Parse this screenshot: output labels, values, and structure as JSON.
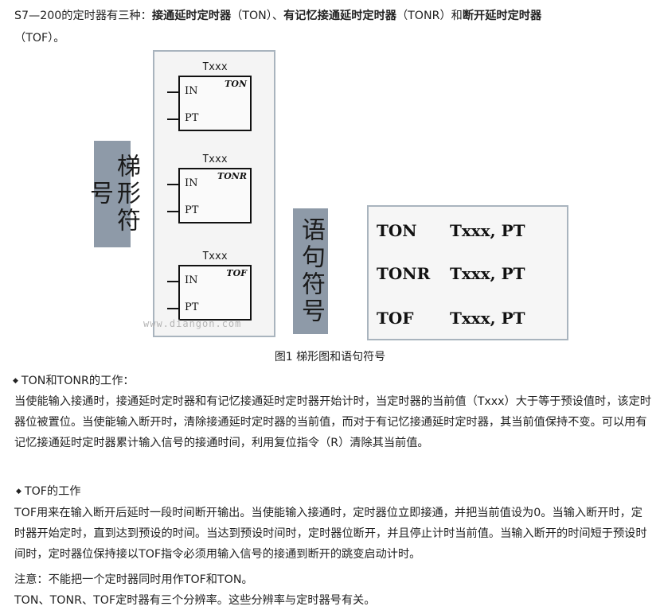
{
  "intro": {
    "prefix": "S7—200的定时器有三种：",
    "ton_name": "接通延时定时器",
    "ton_abbr": "（TON）、",
    "tonr_name": "有记忆接通延时定时器",
    "tonr_abbr": "（TONR）和",
    "tof_name": "断开延时定时器",
    "tof_abbr": "（TOF）。"
  },
  "figure": {
    "ladder_label": "梯形符号",
    "statement_label": "语句符号",
    "blocks": [
      {
        "timer": "Txxx",
        "type": "TON",
        "in": "IN",
        "pt": "PT"
      },
      {
        "timer": "Txxx",
        "type": "TONR",
        "in": "IN",
        "pt": "PT"
      },
      {
        "timer": "Txxx",
        "type": "TOF",
        "in": "IN",
        "pt": "PT"
      }
    ],
    "watermark": "www.diangon.com",
    "statements": [
      {
        "op": "TON",
        "args": "Txxx, PT"
      },
      {
        "op": "TONR",
        "args": "Txxx, PT"
      },
      {
        "op": "TOF",
        "args": "Txxx, PT"
      }
    ],
    "caption": "图1 梯形图和语句符号"
  },
  "section_ton": {
    "bullet": "◆",
    "title": "TON和TONR的工作：",
    "body": "当使能输入接通时，接通延时定时器和有记忆接通延时定时器开始计时，当定时器的当前值（Txxx）大于等于预设值时，该定时器位被置位。当使能输入断开时，清除接通延时定时器的当前值，而对于有记忆接通延时定时器，其当前值保持不变。可以用有记忆接通延时定时器累计输入信号的接通时间，利用复位指令（R）清除其当前值。"
  },
  "section_tof": {
    "bullet": "◆",
    "title": "TOF的工作",
    "body": "TOF用来在输入断开后延时一段时间断开输出。当使能输入接通时，定时器位立即接通，并把当前值设为0。当输入断开时，定时器开始定时，直到达到预设的时间。当达到预设时间时，定时器位断开，并且停止计时当前值。当输入断开的时间短于预设时间时，定时器位保持接以TOF指令必须用输入信号的接通到断开的跳变启动计时。",
    "note": "注意：不能把一个定时器同时用作TOF和TON。",
    "resolution": "TON、TONR、TOF定时器有三个分辨率。这些分辨率与定时器号有关。"
  }
}
